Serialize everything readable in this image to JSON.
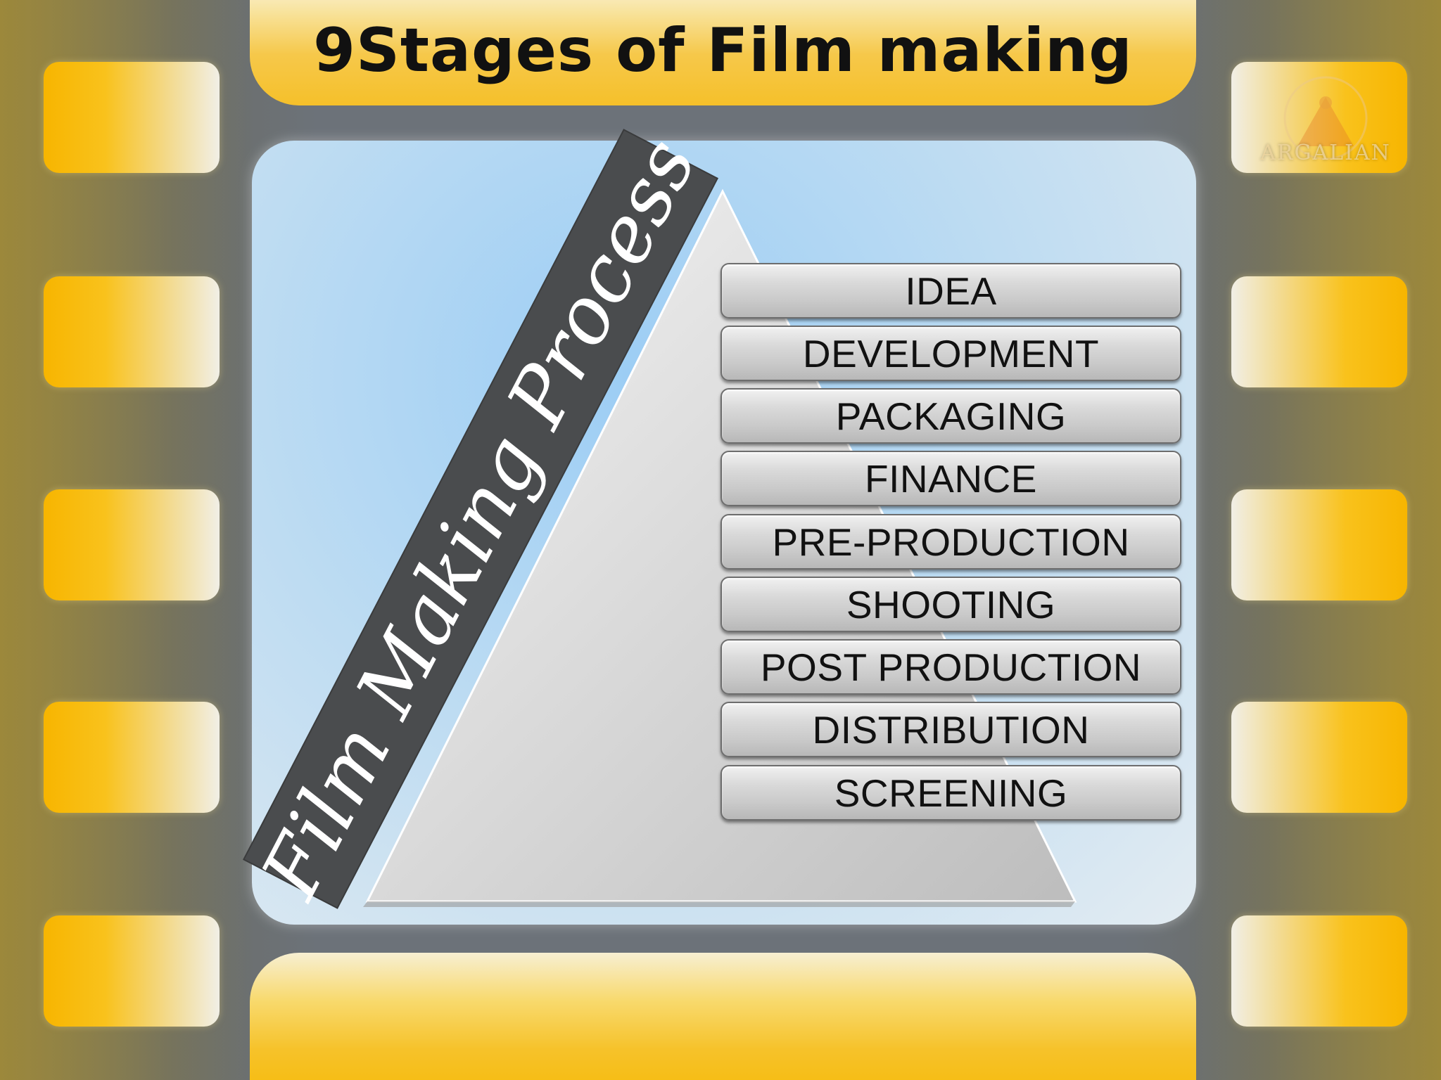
{
  "title": "9Stages of Film making",
  "process_label": "Film Making Process",
  "stages": [
    "IDEA",
    "DEVELOPMENT",
    "PACKAGING",
    "FINANCE",
    "PRE-PRODUCTION",
    "SHOOTING",
    "POST PRODUCTION",
    "DISTRIBUTION",
    "SCREENING"
  ],
  "logo_text": "ARGALIAN",
  "colors": {
    "film_gold": "#f7b500",
    "label_band": "#4a4c4e",
    "screen_blue": "#a9d3f5"
  }
}
